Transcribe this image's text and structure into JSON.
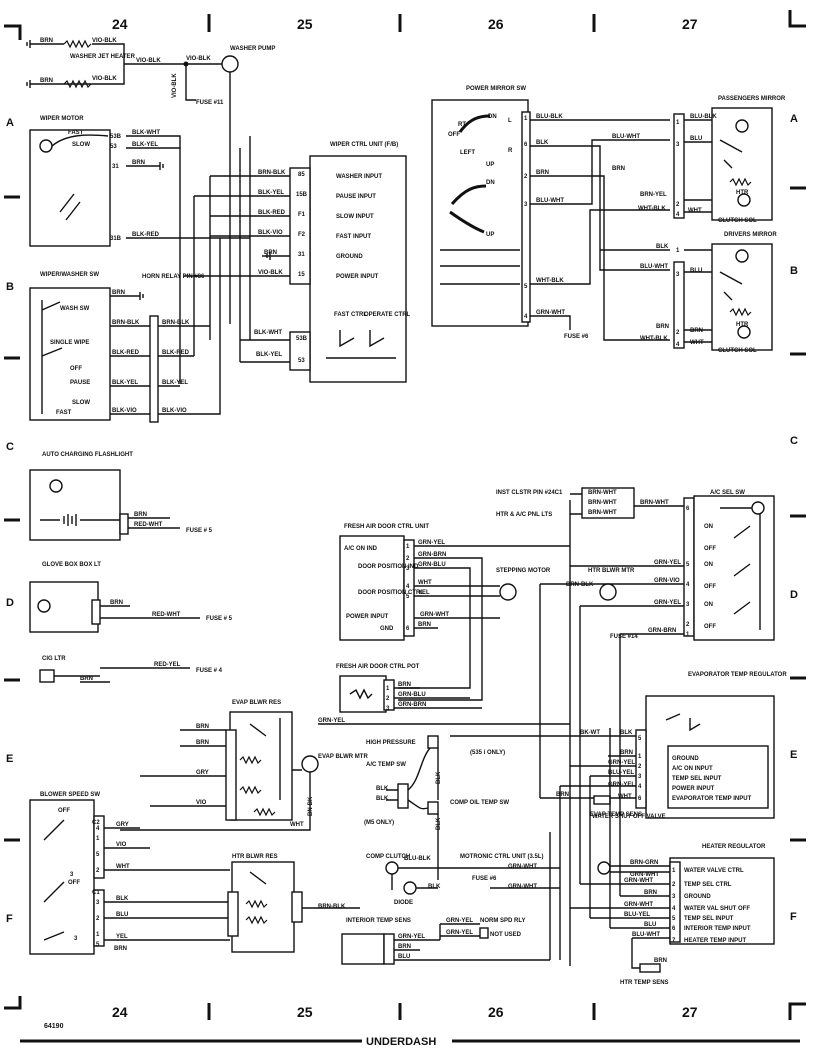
{
  "header": {
    "columns": [
      "24",
      "25",
      "26",
      "27"
    ]
  },
  "rows": [
    "A",
    "B",
    "C",
    "D",
    "E",
    "F"
  ],
  "footer": {
    "code": "64190",
    "section": "UNDERDASH"
  },
  "washer": {
    "jet_heater": "WASHER JET HEATER",
    "pump": "WASHER PUMP",
    "brn1": "BRN",
    "brn2": "BRN",
    "vio_blk1": "VIO-BLK",
    "vio_blk2": "VIO-BLK",
    "vio_blk3": "VIO-BLK",
    "vio_blk4": "VIO-BLK",
    "vio_blk_vert": "VIO-BLK",
    "fuse": "FUSE #11"
  },
  "wiper_motor": {
    "title": "WIPER MOTOR",
    "fast": "FAST",
    "slow": "SLOW",
    "pins": [
      "53B",
      "53",
      "31",
      "31B"
    ],
    "wires": [
      "BLK-WHT",
      "BLK-YEL",
      "BRN",
      "BLK-RED"
    ]
  },
  "wiper_ctrl": {
    "title": "WIPER CTRL UNIT (F/B)",
    "pins": [
      "85",
      "15B",
      "F1",
      "F2",
      "31",
      "15",
      "53B",
      "53"
    ],
    "functions": [
      "WASHER INPUT",
      "PAUSE INPUT",
      "SLOW INPUT",
      "FAST INPUT",
      "GROUND",
      "POWER INPUT"
    ],
    "wires": [
      "BRN-BLK",
      "BLK-YEL",
      "BLK-RED",
      "BLK-VIO",
      "BRN",
      "VIO-BLK",
      "BLK-WHT",
      "BLK-YEL"
    ],
    "fast_ctrl": "FAST CTRL",
    "operate_ctrl": "OPERATE CTRL",
    "horn_relay": "HORN RELAY PIN #86"
  },
  "wiper_sw": {
    "title": "WIPER/WASHER SW",
    "positions": [
      "WASH SW",
      "SINGLE WIPE",
      "OFF",
      "PAUSE",
      "SLOW",
      "FAST"
    ],
    "wires": [
      "BRN",
      "BRN-BLK",
      "BLK-RED",
      "BLK-YEL",
      "BLK-VIO"
    ],
    "wires_right": [
      "BRN-BLK",
      "BLK-RED",
      "BLK-YEL",
      "BLK-VIO"
    ]
  },
  "mirror_sw": {
    "title": "POWER MIRROR SW",
    "labels": [
      "DN",
      "RT",
      "OFF",
      "L",
      "R",
      "LEFT",
      "UP",
      "DN",
      "UP"
    ],
    "pins": [
      "1",
      "6",
      "2",
      "3",
      "5",
      "4"
    ],
    "wires": [
      "BLU-BLK",
      "BLK",
      "BRN",
      "BLU-WHT",
      "WHT-BLK",
      "GRN-WHT"
    ],
    "fuse": "FUSE #6"
  },
  "pass_mirror": {
    "title": "PASSENGERS MIRROR",
    "pins": [
      "1",
      "3",
      "2",
      "4"
    ],
    "wires": [
      "BLU-BLK",
      "BLU-WHT",
      "BLU",
      "BRN",
      "BRN-YEL",
      "WHT-BLK",
      "WHT"
    ],
    "htr": "HTR",
    "clutch": "CLUTCH SOL"
  },
  "drv_mirror": {
    "title": "DRIVERS MIRROR",
    "pins": [
      "1",
      "3",
      "2",
      "4"
    ],
    "wires": [
      "BLK",
      "BLU-WHT",
      "BLU",
      "BRN",
      "BRN",
      "WHT-BLK",
      "WHT"
    ],
    "htr": "HTR",
    "clutch": "CLUTCH SOL"
  },
  "flashlight": {
    "title": "AUTO CHARGING FLASHLIGHT",
    "wires": [
      "BRN",
      "RED-WHT"
    ],
    "fuse": "FUSE # 5"
  },
  "glove": {
    "title": "GLOVE BOX BOX LT",
    "wires": [
      "BRN",
      "RED-WHT"
    ],
    "fuse": "FUSE # 5"
  },
  "cig": {
    "title": "CIG LTR",
    "wires": [
      "RED-YEL",
      "BRN"
    ],
    "fuse": "FUSE # 4"
  },
  "fresh_air": {
    "title": "FRESH AIR DOOR CTRL UNIT",
    "functions": [
      "A/C ON IND",
      "DOOR POSITION IND",
      "DOOR POSITION CTRL",
      "POWER INPUT",
      "GND"
    ],
    "pins": [
      "1",
      "2",
      "3",
      "4",
      "5",
      "6"
    ],
    "wires": [
      "GRN-YEL",
      "GRN-BRN",
      "GRN-BLU",
      "WHT",
      "YEL",
      "GRN-WHT",
      "BRN"
    ],
    "motor": "STEPPING MOTOR"
  },
  "fresh_pot": {
    "title": "FRESH AIR DOOR CTRL POT",
    "pins": [
      "1",
      "2",
      "3"
    ],
    "wires": [
      "BRN",
      "GRN-BLU",
      "GRN-BRN"
    ]
  },
  "ac_sel": {
    "title": "A/C SEL SW",
    "labels": [
      "ON",
      "OFF",
      "ON",
      "OFF",
      "ON",
      "OFF"
    ],
    "pins": [
      "6",
      "5",
      "4",
      "3",
      "2",
      "1"
    ],
    "inst": "INST CLSTR PIN #24C1",
    "htr": "HTR & A/C PNL LTS",
    "wires": [
      "BRN-WHT",
      "BRN-WHT",
      "BRN-WHT",
      "BRN-WHT",
      "GRN-YEL",
      "GRN-VIO",
      "GRN-YEL",
      "GRN-BRN"
    ],
    "htr_blwr": "HTR BLWR MTR",
    "brn_blk": "BRN-BLK",
    "fuse": "FUSE #14"
  },
  "evap_reg": {
    "title": "EVAPORATOR TEMP REGULATOR",
    "pins": [
      "5",
      "1",
      "2",
      "3",
      "4",
      "6"
    ],
    "functions": [
      "GROUND",
      "A/C ON INPUT",
      "TEMP SEL INPUT",
      "POWER INPUT",
      "EVAPORATOR TEMP INPUT"
    ],
    "wires": [
      "BK-WT",
      "BLK",
      "BRN",
      "GRN-YEL",
      "BLU-YEL",
      "GRN-YEL",
      "BRN",
      "WHT"
    ],
    "sens": "EVAP TEMP SENS"
  },
  "evap_res": {
    "title": "EVAP BLWR RES",
    "wires": [
      "BRN",
      "BRN",
      "GRY",
      "VIO",
      "WHT",
      "BN-BK",
      "GRN-YEL"
    ],
    "motor": "EVAP BLWR MTR"
  },
  "ac_comp": {
    "high": "HIGH PRESSURE",
    "note": "(535 i ONLY)",
    "ac_temp": "A/C TEMP SW",
    "blk": [
      "BLK",
      "BLK",
      "BLK",
      "BLK",
      "BLK"
    ],
    "oil": "COMP OIL TEMP SW",
    "m5": "(M5 ONLY)",
    "clutch": "COMP CLUTCH",
    "blu_blk": "BLU-BLK",
    "diode": "DIODE",
    "motronic": "MOTRONIC CTRL UNIT (3.5L)",
    "fuse": "FUSE #6",
    "grn_wht": [
      "GRN-WHT",
      "GRN-WHT"
    ]
  },
  "blower_sw": {
    "title": "BLOWER SPEED SW",
    "labels": [
      "OFF",
      "C2",
      "OFF",
      "C1",
      "3",
      "3"
    ],
    "pins_top": [
      "4",
      "1",
      "5",
      "2"
    ],
    "pins_bot": [
      "3",
      "2",
      "1",
      "5"
    ],
    "wires": [
      "GRY",
      "VIO",
      "WHT",
      "BLK",
      "BLU",
      "YEL",
      "BRN"
    ]
  },
  "htr_res": {
    "title": "HTR BLWR RES",
    "wire": "BRN-BLK"
  },
  "water_valve": {
    "title": "WATER SHUT OFF VALVE",
    "wires": [
      "BRN-GRN",
      "GRN-WHT"
    ]
  },
  "heater_reg": {
    "title": "HEATER REGULATOR",
    "pins": [
      "1",
      "2",
      "3",
      "4",
      "5",
      "6",
      "7"
    ],
    "functions": [
      "WATER VALVE CTRL",
      "TEMP SEL CTRL",
      "GROUND",
      "WATER VAL SHUT OFF",
      "TEMP SEL INPUT",
      "INTERIOR TEMP INPUT",
      "HEATER TEMP INPUT"
    ],
    "wires": [
      "BRN-GRN",
      "GRN-WHT",
      "BRN",
      "GRN-WHT",
      "BLU-YEL",
      "BLU",
      "BLU-WHT"
    ],
    "sens": "HTR TEMP SENS",
    "brn": "BRN"
  },
  "interior": {
    "title": "INTERIOR TEMP SENS",
    "wires": [
      "GRN-YEL",
      "BRN",
      "BLU",
      "GRN-YEL",
      "GRN-YEL"
    ],
    "relay": "NORM SPD RLY",
    "not_used": "NOT USED"
  }
}
